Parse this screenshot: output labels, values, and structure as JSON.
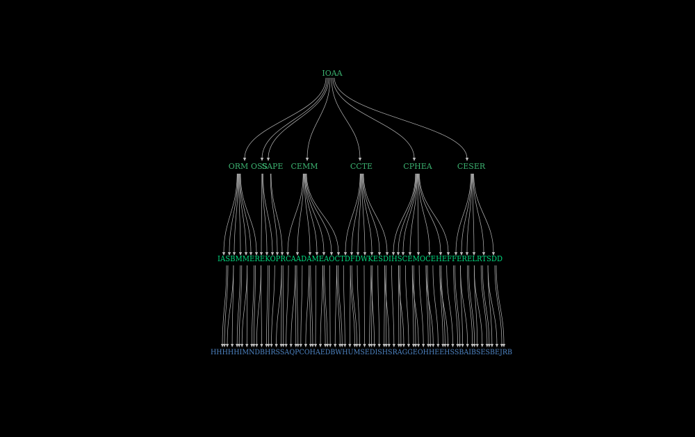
{
  "diagram": {
    "colors": {
      "background": "#000000",
      "edge": "#bdbdbd",
      "root": "#3cb371",
      "level1": "#3cb371",
      "level2": "#00d97e",
      "leaf": "#4f86c6"
    },
    "root": {
      "label": "IOAA"
    },
    "level1": [
      {
        "label": "ORM"
      },
      {
        "label": "OSS"
      },
      {
        "label": "SAPE"
      },
      {
        "label": "CEMM"
      },
      {
        "label": "CCTE"
      },
      {
        "label": "CPHEA"
      },
      {
        "label": "CESER"
      }
    ],
    "level2_text": "IASBMMEREKOPRCAADAMEAOCTDFDWKESDIHSCEMOCEHEFFERELRTSDD",
    "leaf_text": "HHHHHIMNDBHRSSAQPCOHAEDBWHUMSEDISHSRAGGEOHHEEHSSBAIBSESBEJRB"
  }
}
